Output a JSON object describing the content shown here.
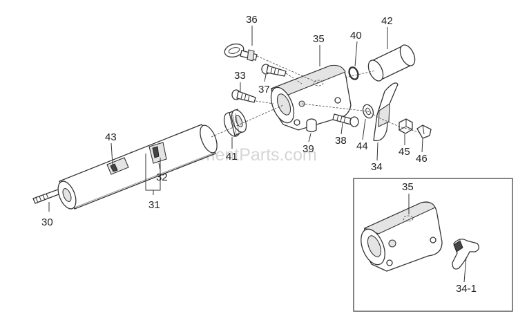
{
  "watermark": "eReplacementParts.com",
  "labels": {
    "p30": "30",
    "p31": "31",
    "p32": "32",
    "p33": "33",
    "p34": "34",
    "p34_1": "34-1",
    "p35": "35",
    "p35_inset": "35",
    "p36": "36",
    "p37": "37",
    "p38": "38",
    "p39": "39",
    "p40": "40",
    "p41": "41",
    "p42": "42",
    "p43": "43",
    "p44": "44",
    "p45": "45",
    "p46": "46"
  }
}
